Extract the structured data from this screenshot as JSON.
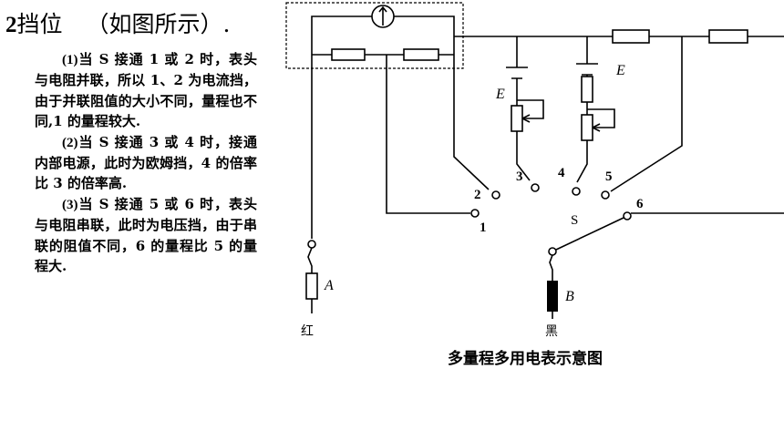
{
  "heading": {
    "prefix": "2",
    "main": "挡位",
    "paren": "（如图所示）."
  },
  "notes": [
    {
      "label": "(1)",
      "text": "当 S 接通 1 或 2 时，表头与电阻并联，所以 1、2 为电流挡，由于并联阻值的大小不同，量程也不同,1 的量程较大."
    },
    {
      "label": "(2)",
      "text": "当 S 接通 3 或 4 时，接通内部电源，此时为欧姆挡，4 的倍率比 3 的倍率高."
    },
    {
      "label": "(3)",
      "text": "当 S 接通 5 或 6 时，表头与电阻串联，此时为电压挡，由于串联的阻值不同，6 的量程比 5 的量程大."
    }
  ],
  "diagram": {
    "caption": "多量程多用电表示意图",
    "red_label": "红",
    "black_label": "黑",
    "probe_a": "A",
    "probe_b": "B",
    "battery_label": "E",
    "switch_label": "S",
    "contacts": [
      "1",
      "2",
      "3",
      "4",
      "5",
      "6"
    ]
  }
}
